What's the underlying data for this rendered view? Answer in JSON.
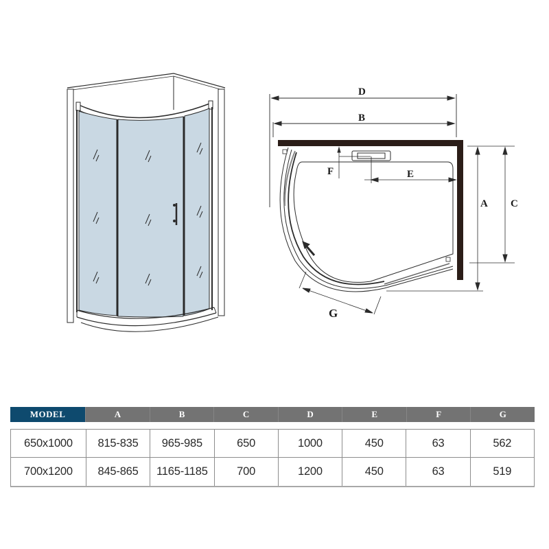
{
  "diagram": {
    "perspective_view": {
      "description": "Quadrant shower enclosure, 3D view",
      "glass_color": "#c9d8e3",
      "frame_color": "#2b2b2b"
    },
    "plan_view": {
      "labels": {
        "A": "A",
        "B": "B",
        "C": "C",
        "D": "D",
        "E": "E",
        "F": "F",
        "G": "G"
      }
    }
  },
  "table": {
    "header_colors": {
      "model": "#0e4a6e",
      "columns": "#737373"
    },
    "headers": [
      "MODEL",
      "A",
      "B",
      "C",
      "D",
      "E",
      "F",
      "G"
    ],
    "rows": [
      [
        "650x1000",
        "815-835",
        "965-985",
        "650",
        "1000",
        "450",
        "63",
        "562"
      ],
      [
        "700x1200",
        "845-865",
        "1165-1185",
        "700",
        "1200",
        "450",
        "63",
        "519"
      ]
    ]
  }
}
